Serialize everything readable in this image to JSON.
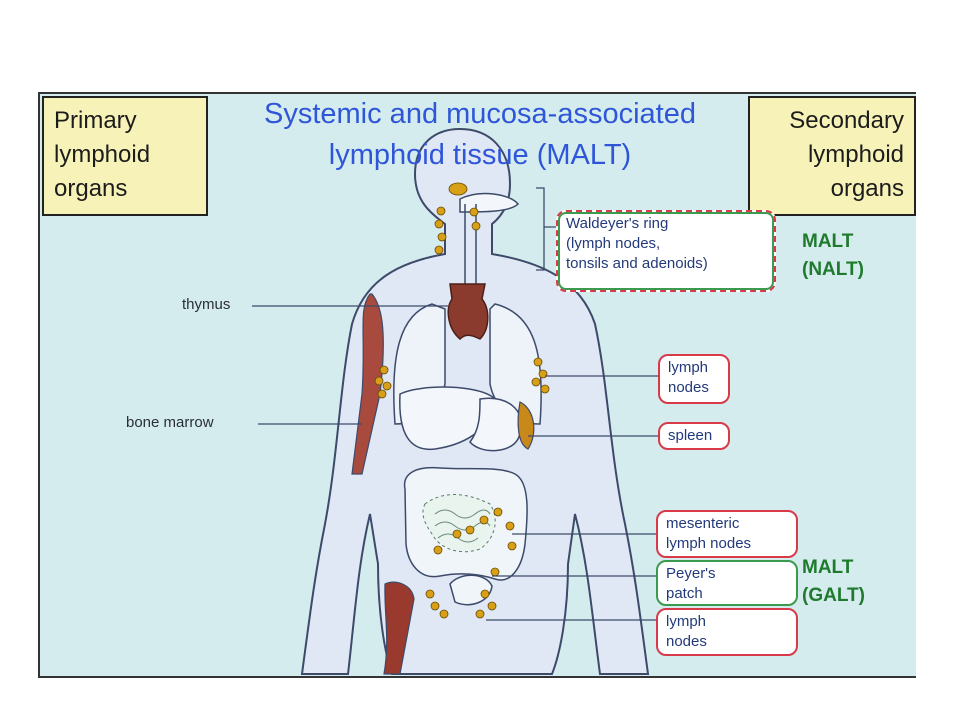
{
  "title": {
    "line1": "Systemic and mucosa-associated",
    "line2": "lymphoid tissue (MALT)"
  },
  "primary_box": {
    "line1": "Primary",
    "line2": "lymphoid",
    "line3": "organs"
  },
  "secondary_box": {
    "line1": "Secondary",
    "line2": "lymphoid",
    "line3": "organs"
  },
  "left_labels": {
    "thymus": "thymus",
    "bone_marrow": "bone marrow"
  },
  "right_labels": {
    "waldeyer": {
      "line1": "Waldeyer's ring",
      "line2": "(lymph nodes,",
      "line3": "tonsils and adenoids)"
    },
    "lymph_nodes_upper": {
      "line1": "lymph",
      "line2": "nodes"
    },
    "spleen": "spleen",
    "mesenteric": {
      "line1": "mesenteric",
      "line2": "lymph nodes"
    },
    "peyers": {
      "line1": "Peyer's",
      "line2": "patch"
    },
    "lymph_nodes_lower": {
      "line1": "lymph",
      "line2": "nodes"
    }
  },
  "malt_nalt": {
    "line1": "MALT",
    "line2": "(NALT)"
  },
  "malt_galt": {
    "line1": "MALT",
    "line2": "(GALT)"
  },
  "colors": {
    "title_blue": "#2f56d8",
    "box_yellow": "#f7f3b8",
    "background": "#d4ecee",
    "border_red": "#d83a4a",
    "border_green": "#3a9a4e",
    "malt_green": "#1f7a2e",
    "thymus": "#8b3a2e",
    "node": "#d7a017"
  }
}
